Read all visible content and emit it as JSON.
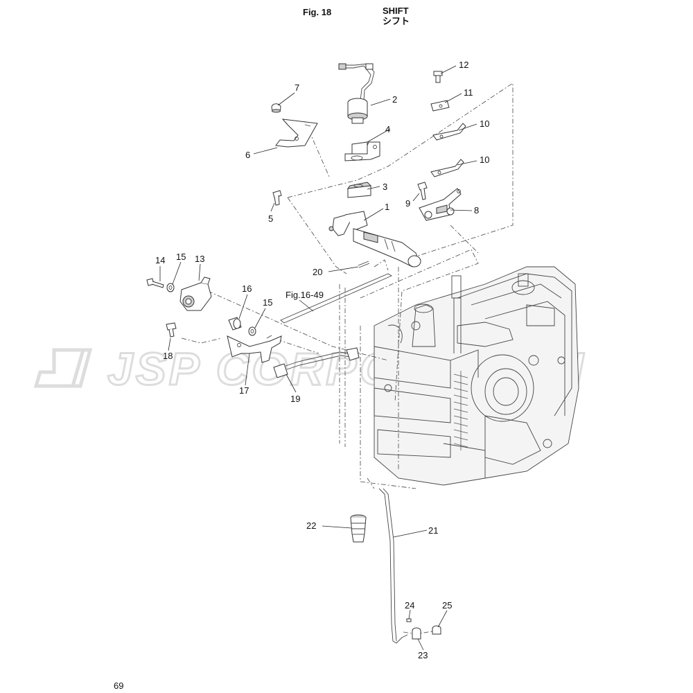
{
  "header": {
    "figure_label": "Fig. 18",
    "title_en": "SHIFT",
    "title_jp": "シフト"
  },
  "page_number": "69",
  "watermark": "JSP CORPORATION",
  "cross_reference": "Fig.16-49",
  "callouts": [
    {
      "id": "c1",
      "label": "1"
    },
    {
      "id": "c2",
      "label": "2"
    },
    {
      "id": "c3",
      "label": "3"
    },
    {
      "id": "c4",
      "label": "4"
    },
    {
      "id": "c5",
      "label": "5"
    },
    {
      "id": "c6",
      "label": "6"
    },
    {
      "id": "c7",
      "label": "7"
    },
    {
      "id": "c8",
      "label": "8"
    },
    {
      "id": "c9",
      "label": "9"
    },
    {
      "id": "c10a",
      "label": "10"
    },
    {
      "id": "c10b",
      "label": "10"
    },
    {
      "id": "c11",
      "label": "11"
    },
    {
      "id": "c12",
      "label": "12"
    },
    {
      "id": "c13",
      "label": "13"
    },
    {
      "id": "c14",
      "label": "14"
    },
    {
      "id": "c15a",
      "label": "15"
    },
    {
      "id": "c15b",
      "label": "15"
    },
    {
      "id": "c16",
      "label": "16"
    },
    {
      "id": "c17",
      "label": "17"
    },
    {
      "id": "c18",
      "label": "18"
    },
    {
      "id": "c19",
      "label": "19"
    },
    {
      "id": "c20",
      "label": "20"
    },
    {
      "id": "c21",
      "label": "21"
    },
    {
      "id": "c22",
      "label": "22"
    },
    {
      "id": "c23",
      "label": "23"
    },
    {
      "id": "c24",
      "label": "24"
    },
    {
      "id": "c25",
      "label": "25"
    }
  ]
}
